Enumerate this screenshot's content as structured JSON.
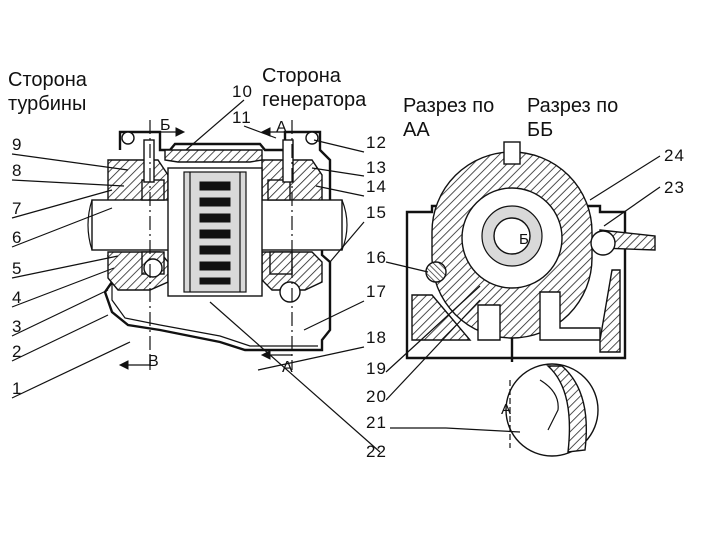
{
  "headings": {
    "turbine_side": [
      "Сторона",
      "турбины"
    ],
    "generator_side": [
      "Сторона",
      "генератора"
    ],
    "section_aa": [
      "Разрез по",
      "АА"
    ],
    "section_bb": [
      "Разрез по",
      "ББ"
    ]
  },
  "section_marks": {
    "b_top": "Б",
    "a_top": "А",
    "b_bottom": "В",
    "a_bottom": "А",
    "b_center": "Б",
    "a_detail": "А"
  },
  "callouts": [
    "1",
    "2",
    "3",
    "4",
    "5",
    "6",
    "7",
    "8",
    "9",
    "10",
    "11",
    "12",
    "13",
    "14",
    "15",
    "16",
    "17",
    "18",
    "19",
    "20",
    "21",
    "22",
    "23",
    "24"
  ]
}
